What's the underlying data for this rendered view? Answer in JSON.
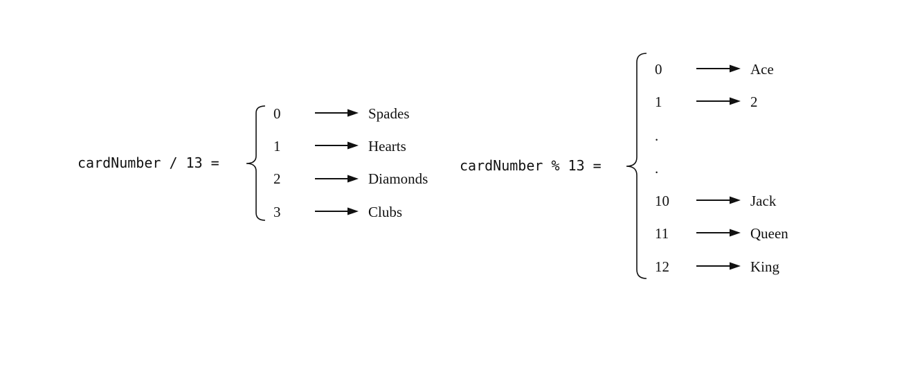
{
  "suit_mapping": {
    "expression": "cardNumber / 13 =",
    "rows": [
      {
        "key": "0",
        "value": "Spades"
      },
      {
        "key": "1",
        "value": "Hearts"
      },
      {
        "key": "2",
        "value": "Diamonds"
      },
      {
        "key": "3",
        "value": "Clubs"
      }
    ]
  },
  "rank_mapping": {
    "expression": "cardNumber % 13 =",
    "rows": [
      {
        "key": "0",
        "value": "Ace"
      },
      {
        "key": "1",
        "value": "2"
      },
      {
        "key": ".",
        "value": ""
      },
      {
        "key": ".",
        "value": ""
      },
      {
        "key": "10",
        "value": "Jack"
      },
      {
        "key": "11",
        "value": "Queen"
      },
      {
        "key": "12",
        "value": "King"
      }
    ]
  }
}
